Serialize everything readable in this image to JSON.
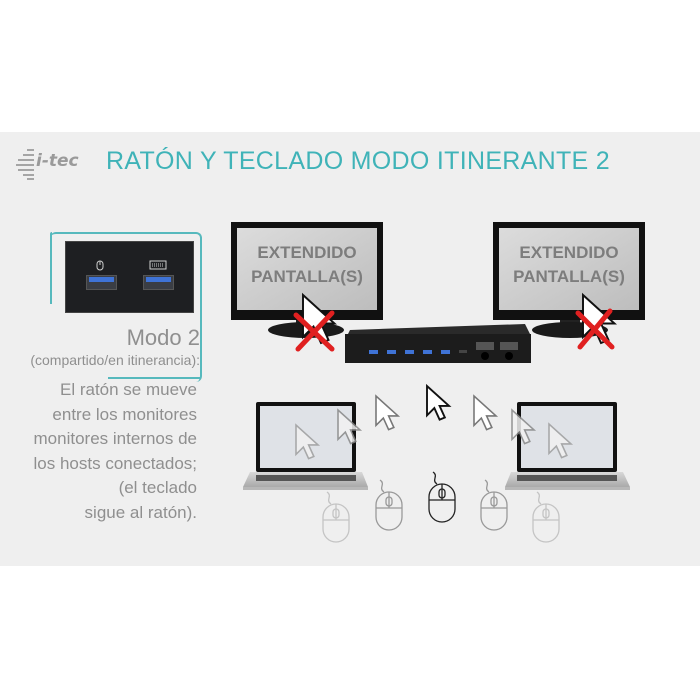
{
  "header": {
    "logo_text": "i-tec",
    "title": "RATÓN Y TECLADO MODO ITINERANTE 2"
  },
  "colors": {
    "accent": "#3fb3b8",
    "band_background": "#efefef",
    "text_gray": "#8f8f8f",
    "cross_red": "#e02020",
    "usb_blue": "#3f73d6"
  },
  "port_panel": {
    "ports": [
      {
        "icon": "mouse-icon",
        "label": "mouse port"
      },
      {
        "icon": "keyboard-icon",
        "label": "keyboard port"
      }
    ]
  },
  "mode": {
    "title": "Modo 2",
    "subtitle": "(compartido/en itinerancia):",
    "description_lines": [
      "El ratón se mueve",
      "entre los monitores",
      "monitores internos de",
      "los hosts conectados;",
      "(el teclado",
      "sigue al ratón)."
    ]
  },
  "monitors": [
    {
      "line1": "EXTENDIDO",
      "line2": "PANTALLA(S)",
      "cursor_blocked": true
    },
    {
      "line1": "EXTENDIDO",
      "line2": "PANTALLA(S)",
      "cursor_blocked": true
    }
  ],
  "diagram": {
    "laptops": 2,
    "kvm_switch_usb_ports": 6,
    "kvm_switch_video_ports": 2,
    "cursor_trail_count": 5,
    "mouse_trail_count": 5
  }
}
